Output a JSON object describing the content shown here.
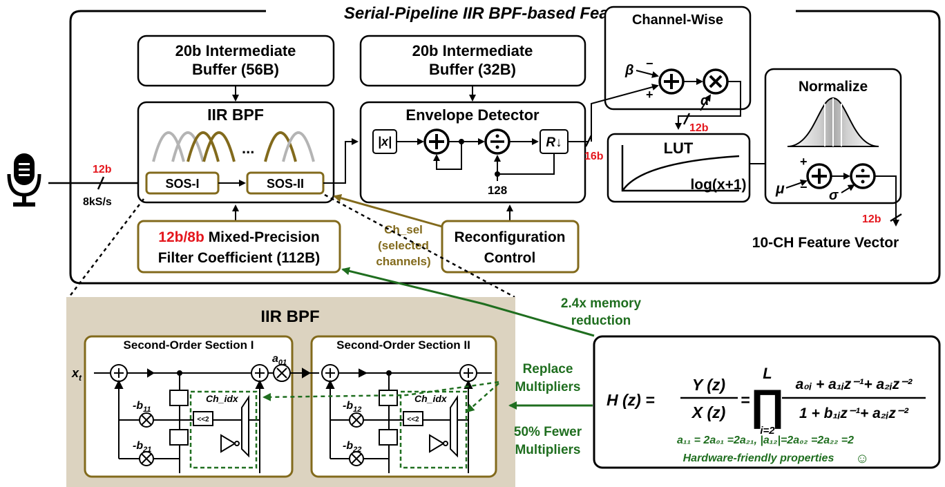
{
  "colors": {
    "gold": "#826a1c",
    "green": "#1f6e1f",
    "red": "#e4161d",
    "panel": "#dcd3c0"
  },
  "title": "Serial-Pipeline IIR BPF-based Feature Extractor",
  "buffer1": {
    "line1": "20b Intermediate",
    "line2": "Buffer (56B)"
  },
  "buffer2": {
    "line1": "20b Intermediate",
    "line2": "Buffer (32B)"
  },
  "iir_bpf": {
    "title": "IIR BPF",
    "dots": "...",
    "sos1": "SOS-I",
    "sos2": "SOS-II"
  },
  "input": {
    "bits": "12b",
    "rate": "8kS/s"
  },
  "coeff": {
    "prefix": "12b/8b",
    "line1": " Mixed-Precision",
    "line2": "Filter Coefficient (112B)"
  },
  "ch_sel": {
    "line1": "Ch_sel",
    "line2": "(selected",
    "line3": "channels)"
  },
  "reconfig": {
    "line1": "Reconfiguration",
    "line2": "Control"
  },
  "envelope": {
    "title": "Envelope Detector",
    "abs": "|x|",
    "down": "R↓",
    "const": "128",
    "bits": "16b"
  },
  "channel_wise": {
    "title": "Channel-Wise",
    "beta": "β",
    "alpha": "α",
    "minus": "−",
    "plus": "+",
    "bits": "12b"
  },
  "lut": {
    "title": "LUT",
    "func": "log(x+1)"
  },
  "normalize": {
    "title": "Normalize",
    "mu": "μ",
    "sigma": "σ",
    "plus": "+",
    "minus": "−"
  },
  "output": {
    "bits": "12b",
    "label": "10-CH Feature Vector"
  },
  "memory_note": {
    "line1": "2.4x memory",
    "line2": "reduction"
  },
  "replace_note": {
    "line1": "Replace",
    "line2": "Multipliers"
  },
  "fewer_note": {
    "line1": "50% Fewer",
    "line2": "Multipliers"
  },
  "detail": {
    "title": "IIR BPF",
    "sos_i": "Second-Order Section I",
    "sos_ii": "Second-Order Section II",
    "x_t": "x",
    "x_t_sub": "t",
    "a01": "a",
    "a01_sub": "01",
    "b11": "-b",
    "b11_sub": "11",
    "b21": "-b",
    "b21_sub": "21",
    "b12": "-b",
    "b12_sub": "12",
    "b22": "-b",
    "b22_sub": "22",
    "ch_idx": "Ch_idx",
    "shift": "<<2"
  },
  "formula": {
    "h": "H (z) =",
    "num": "Y (z)",
    "den": "X (z)",
    "eq": "=",
    "prod_top": "L",
    "prod_sym": "∏",
    "prod_bottom": "i=2",
    "rhs_num": "a₀ᵢ + a₁ᵢz⁻¹+ a₂ᵢz⁻²",
    "rhs_den": "1 + b₁ᵢz⁻¹+ a₂ᵢz⁻²",
    "props": "a₁₁ = 2a₀₁ =2a₂₁, |a₁₂|=2a₀₂ =2a₂₂ =2",
    "note": "Hardware-friendly properties",
    "smile": "☺"
  }
}
